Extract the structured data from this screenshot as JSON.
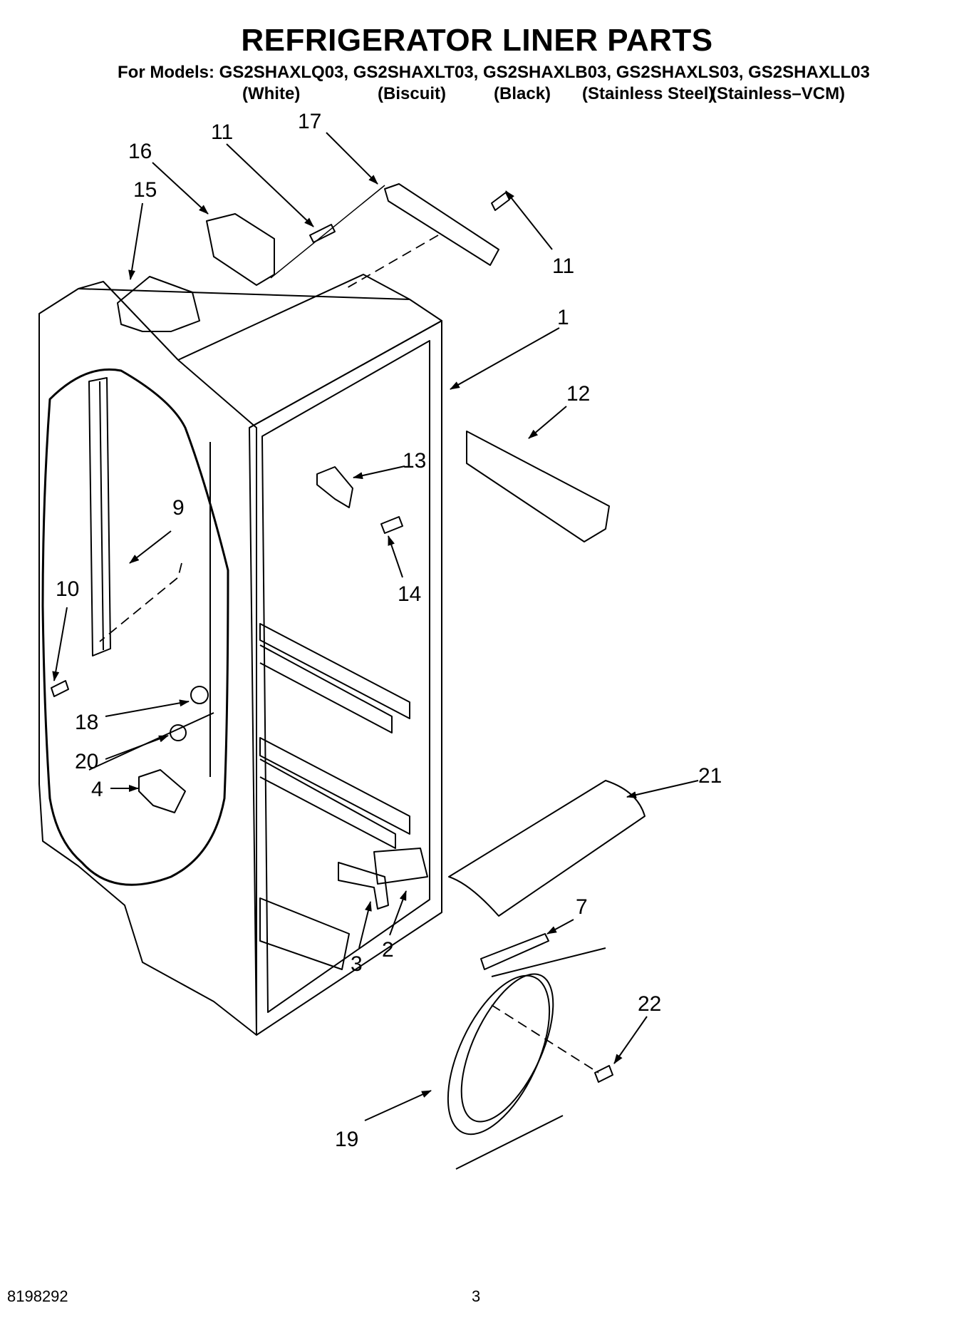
{
  "header": {
    "title": "REFRIGERATOR LINER PARTS",
    "models_line": "For Models: GS2SHAXLQ03, GS2SHAXLT03, GS2SHAXLB03, GS2SHAXLS03, GS2SHAXLL03",
    "finishes": [
      "(White)",
      "(Biscuit)",
      "(Black)",
      "(Stainless Steel)",
      "(Stainless–VCM)"
    ]
  },
  "callouts": [
    "11",
    "17",
    "16",
    "15",
    "11",
    "1",
    "12",
    "13",
    "9",
    "14",
    "10",
    "18",
    "20",
    "4",
    "21",
    "7",
    "3",
    "2",
    "22",
    "19"
  ],
  "footer": {
    "code": "8198292",
    "page": "3"
  }
}
